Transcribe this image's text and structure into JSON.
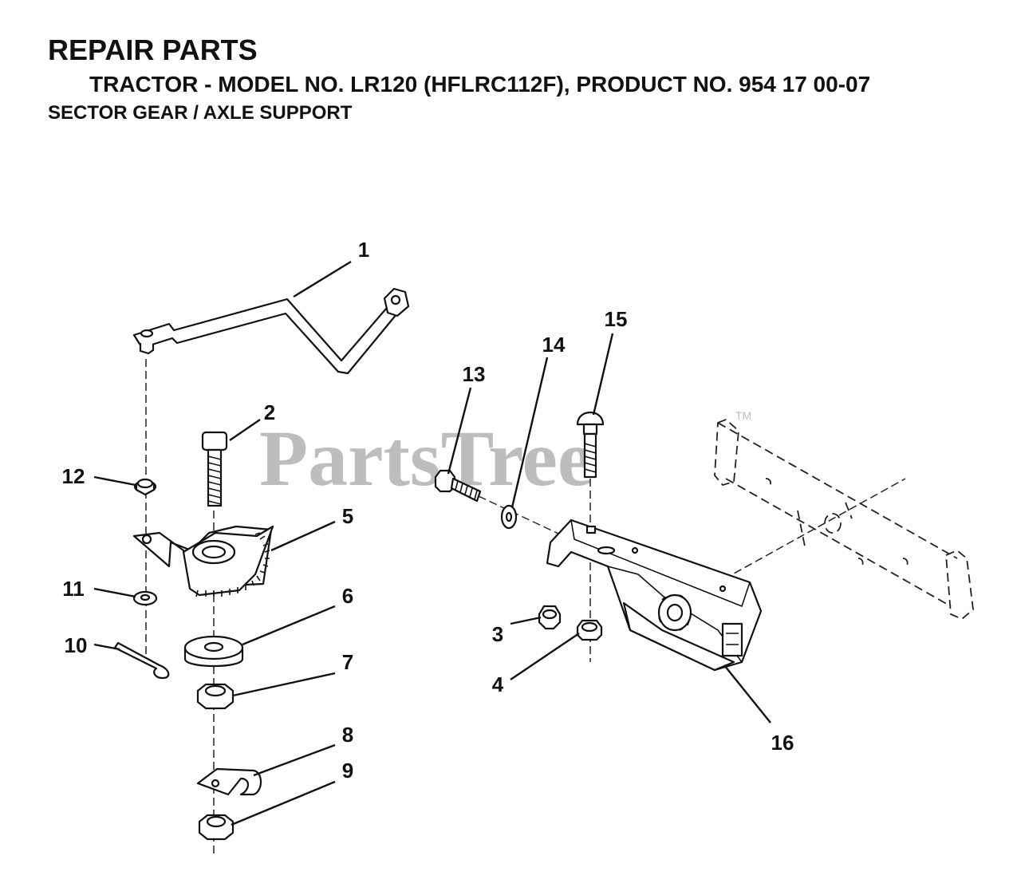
{
  "header": {
    "title": "REPAIR PARTS",
    "subtitle": "TRACTOR - MODEL NO. LR120 (HFLRC112F), PRODUCT NO. 954 17 00-07",
    "section": "SECTOR GEAR / AXLE SUPPORT"
  },
  "watermark": {
    "text": "PartsTree",
    "mark": "TM"
  },
  "callouts": [
    "1",
    "2",
    "3",
    "4",
    "5",
    "6",
    "7",
    "8",
    "9",
    "10",
    "11",
    "12",
    "13",
    "14",
    "15",
    "16"
  ]
}
